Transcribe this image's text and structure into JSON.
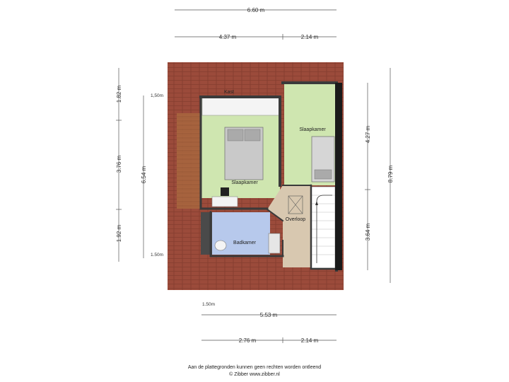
{
  "dimensions": {
    "top_total": "6.60 m",
    "top_left": "4.37 m",
    "top_right": "2.14 m",
    "left_outer_top": "1.82 m",
    "left_outer_mid": "3.76 m",
    "left_outer_bottom": "1.92 m",
    "left_inner": "6.54 m",
    "right_inner_top": "4.27 m",
    "right_inner_bottom": "3.64 m",
    "right_outer": "8.79 m",
    "bottom_total": "5.53 m",
    "bottom_left": "2.76 m",
    "bottom_right": "2.14 m",
    "height_marker_top": "1,50m",
    "height_marker_mid": "1.50m",
    "height_marker_bottom": "1.50m"
  },
  "rooms": {
    "kast": "Kast",
    "slaapkamer_left": "Slaapkamer",
    "slaapkamer_right": "Slaapkamer",
    "overloop": "Overloop",
    "badkamer": "Badkamer"
  },
  "footer": {
    "line1": "Aan de plattegronden kunnen geen rechten worden ontleend",
    "line2": "© Zibber www.zibber.nl"
  },
  "colors": {
    "roof": "#9a4a3a",
    "bedroom": "#cfe6b0",
    "bathroom": "#b7c9ec",
    "landing": "#d8c8b0",
    "wall": "#3a3a3a"
  }
}
